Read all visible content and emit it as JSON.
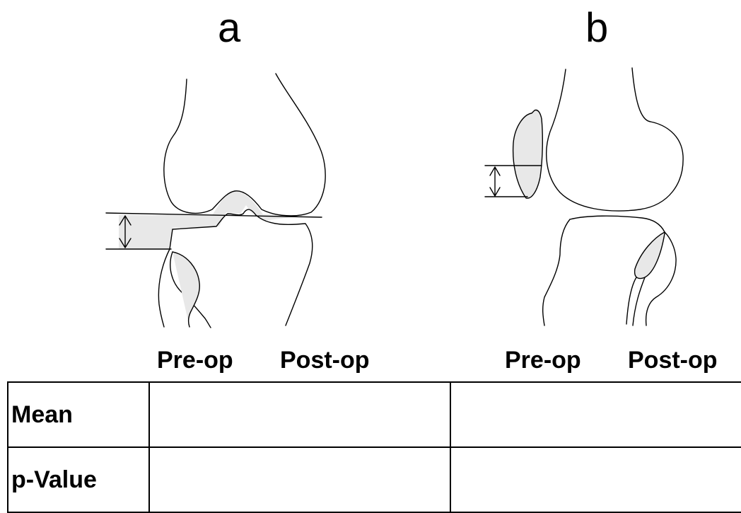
{
  "panels": [
    {
      "letter": "a",
      "columns": [
        "Pre-op",
        "Post-op"
      ]
    },
    {
      "letter": "b",
      "columns": [
        "Pre-op",
        "Post-op"
      ]
    }
  ],
  "table": {
    "rows": [
      {
        "label": "Mean",
        "a": "",
        "b": ""
      },
      {
        "label": "p-Value",
        "a": "",
        "b": ""
      }
    ]
  },
  "colors": {
    "line": "#000000",
    "shade": "#e8e8e8"
  }
}
